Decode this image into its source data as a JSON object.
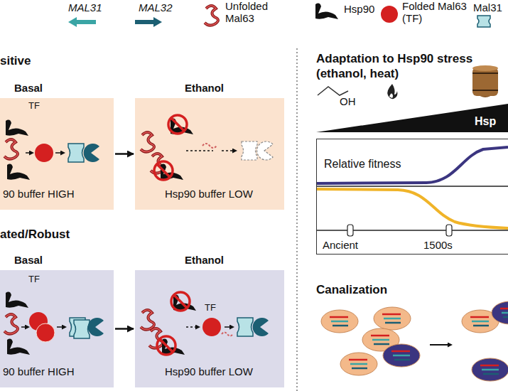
{
  "diagram": {
    "nodes": [
      {
        "text": [
          "Basal",
          "TF",
          "90 buffer HIGH"
        ]
      },
      {
        "text": [
          "Ethanol",
          "Hsp90 buffer LOW"
        ]
      },
      {
        "text": [
          "Basal",
          "TF",
          "90 buffer HIGH"
        ]
      },
      {
        "text": [
          "Ethanol",
          "TF",
          "Hsp90 buffer LOW"
        ]
      },
      {
        "text": [
          "Relative fitness",
          "Ancient",
          "1500s"
        ]
      }
    ],
    "edges": [
      {
        "from": 0,
        "to": 1,
        "arrow": "to"
      },
      {
        "from": 2,
        "to": 3,
        "arrow": "to"
      }
    ],
    "labels": [
      "sitive",
      "ated/Robust",
      "Adaptation to Hsp90 stress (ethanol, heat)",
      "OH",
      "Hsp",
      "Canalization"
    ],
    "legend": [
      {
        "text": "MAL31"
      },
      {
        "text": "MAL32"
      },
      {
        "text": "Unfolded Mal63"
      },
      {
        "text": "Hsp90"
      },
      {
        "text": "Folded Mal63 (TF)"
      },
      {
        "text": "Mal31"
      }
    ]
  }
}
